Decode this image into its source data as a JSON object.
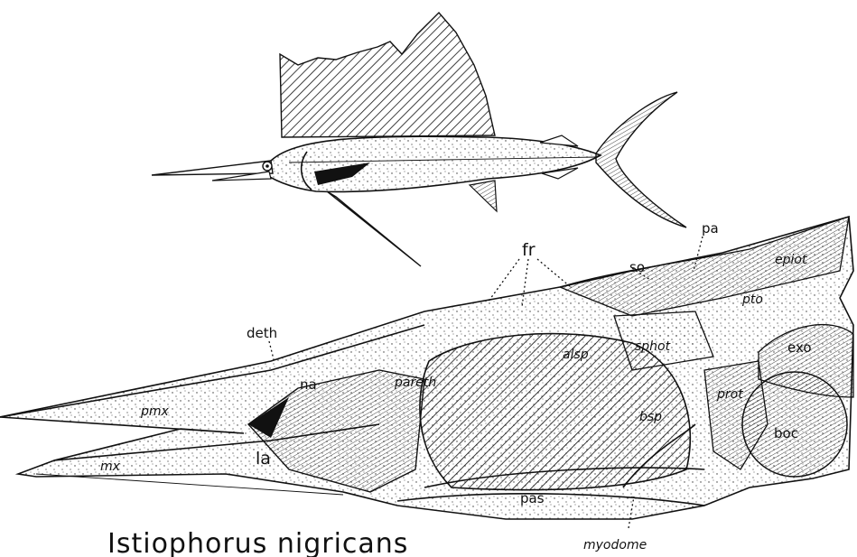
{
  "caption": "Istiophorus nigricans",
  "labels": {
    "fr": "fr",
    "so": "so",
    "pa": "pa",
    "epiot": "epiot",
    "pto": "pto",
    "deth": "deth",
    "na": "na",
    "pareth": "pareth",
    "alsp": "alsp",
    "sphot": "sphot",
    "exo": "exo",
    "prot": "prot",
    "bsp": "bsp",
    "boc": "boc",
    "pmx": "pmx",
    "la": "la",
    "mx": "mx",
    "pas": "pas",
    "myodome": "myodome"
  },
  "colors": {
    "ink": "#111111",
    "paper": "#ffffff"
  }
}
